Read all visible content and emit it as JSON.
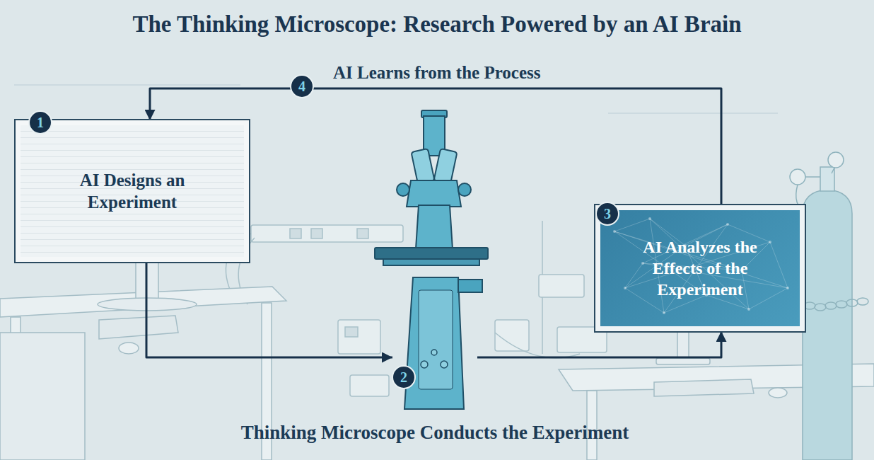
{
  "diagram": {
    "title": "The Thinking Microscope: Research Powered by an AI Brain",
    "nodes": [
      {
        "text": [
          "AI Designs an Experiment"
        ]
      },
      {
        "text": [
          "Thinking Microscope Conducts the Experiment"
        ]
      },
      {
        "text": [
          "AI Analyzes the Effects of the Experiment"
        ]
      }
    ],
    "edges": [
      {
        "from": 0,
        "to": 1,
        "arrow": "to"
      },
      {
        "from": 1,
        "to": 2,
        "arrow": "to"
      },
      {
        "from": 2,
        "to": 0,
        "label": "AI Learns from the Process",
        "arrow": "to"
      }
    ],
    "labels": [
      "1",
      "2",
      "3",
      "4"
    ]
  }
}
